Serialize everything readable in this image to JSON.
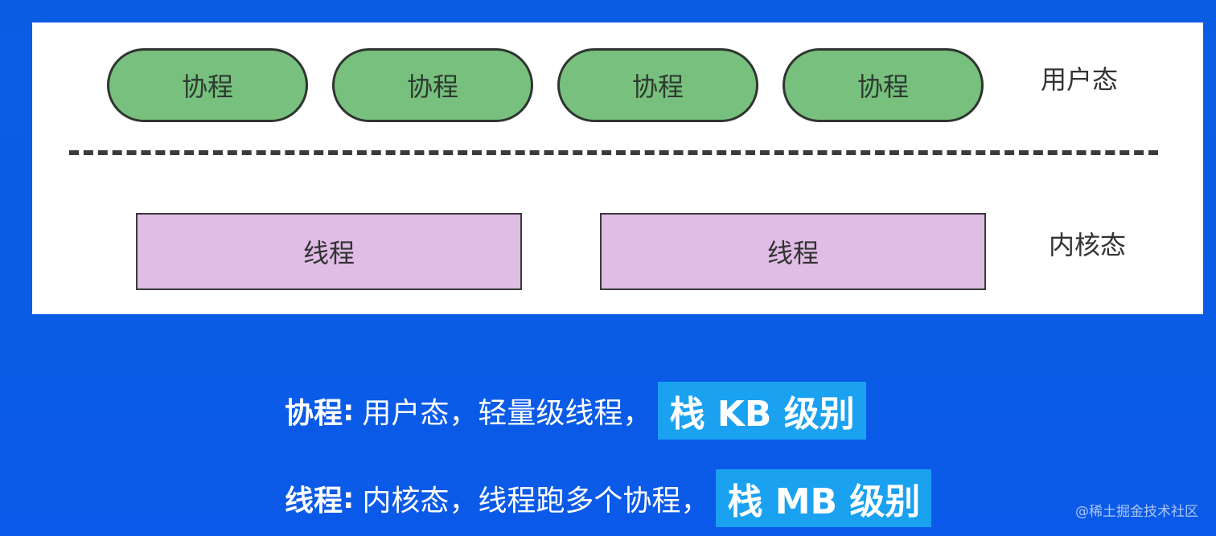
{
  "diagram": {
    "coroutines": [
      {
        "label": "协程"
      },
      {
        "label": "协程"
      },
      {
        "label": "协程"
      },
      {
        "label": "协程"
      }
    ],
    "threads": [
      {
        "label": "线程"
      },
      {
        "label": "线程"
      }
    ],
    "user_space_label": "用户态",
    "kernel_space_label": "内核态"
  },
  "captions": {
    "coroutine": {
      "term": "协程",
      "colon": ":",
      "description": "用户态，轻量级线程，",
      "highlight": "栈 KB 级别"
    },
    "thread": {
      "term": "线程",
      "colon": ":",
      "description": "内核态，线程跑多个协程，",
      "highlight": "栈 MB 级别"
    }
  },
  "watermark": "@稀土掘金技术社区",
  "colors": {
    "background": "#0a5ce6",
    "coroutine_fill": "#77c07d",
    "thread_fill": "#dfbde4",
    "highlight": "#1aa1f0"
  }
}
